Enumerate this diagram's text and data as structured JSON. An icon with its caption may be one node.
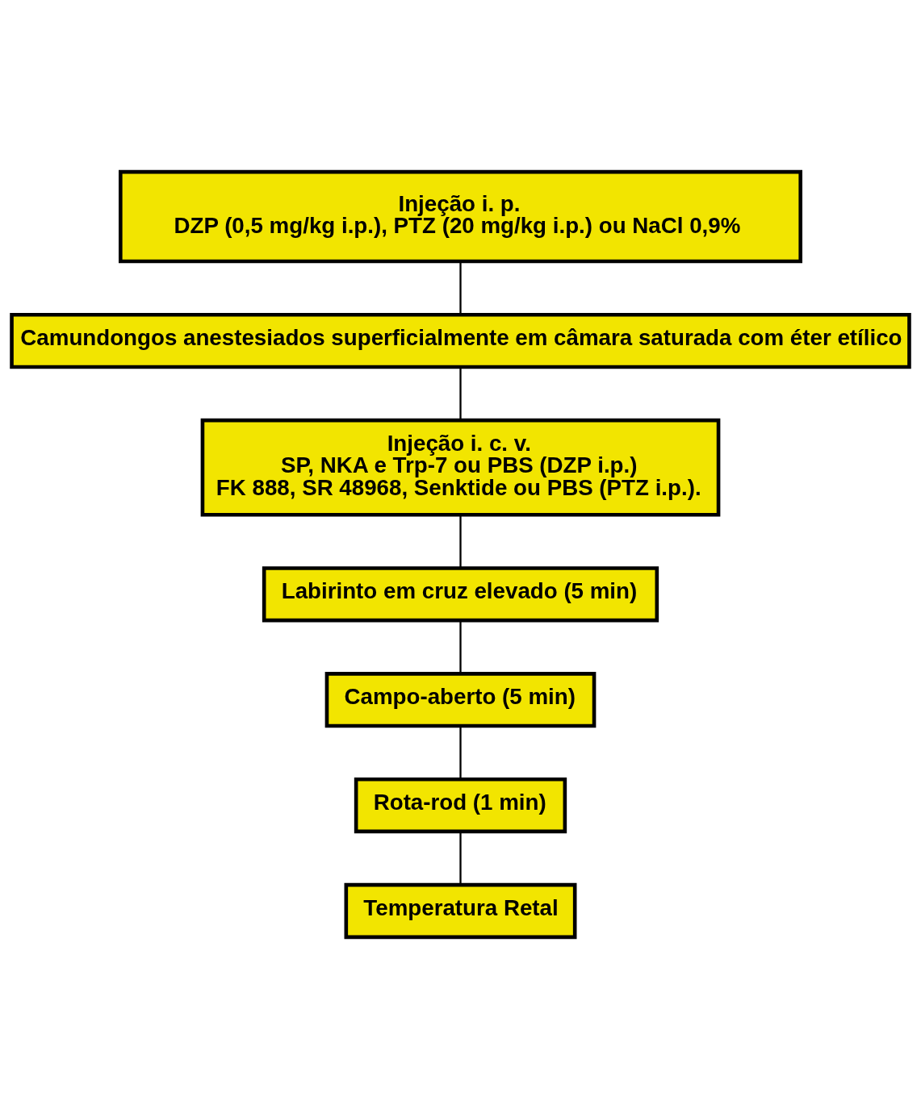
{
  "diagram": {
    "nodes": [
      {
        "text": [
          "Injeção i. p.",
          "DZP (0,5 mg/kg i.p.), PTZ (20 mg/kg i.p.) ou NaCl 0,9%"
        ]
      },
      {
        "text": [
          "Camundongos anestesiados superficialmente em câmara saturada com éter etílico"
        ]
      },
      {
        "text": [
          "Injeção i. c. v.",
          "SP, NKA e Trp-7 ou PBS (DZP i.p.)",
          "FK 888, SR 48968, Senktide ou PBS (PTZ i.p.)."
        ]
      },
      {
        "text": [
          "Labirinto em cruz elevado (5 min)"
        ]
      },
      {
        "text": [
          "Campo-aberto (5 min)"
        ]
      },
      {
        "text": [
          "Rota-rod (1 min)"
        ]
      },
      {
        "text": [
          "Temperatura Retal"
        ]
      }
    ],
    "edges": [
      {
        "from": 0,
        "to": 1,
        "arrow": "none"
      },
      {
        "from": 1,
        "to": 2,
        "arrow": "none"
      },
      {
        "from": 2,
        "to": 3,
        "arrow": "none"
      },
      {
        "from": 3,
        "to": 4,
        "arrow": "none"
      },
      {
        "from": 4,
        "to": 5,
        "arrow": "none"
      },
      {
        "from": 5,
        "to": 6,
        "arrow": "none"
      }
    ]
  }
}
